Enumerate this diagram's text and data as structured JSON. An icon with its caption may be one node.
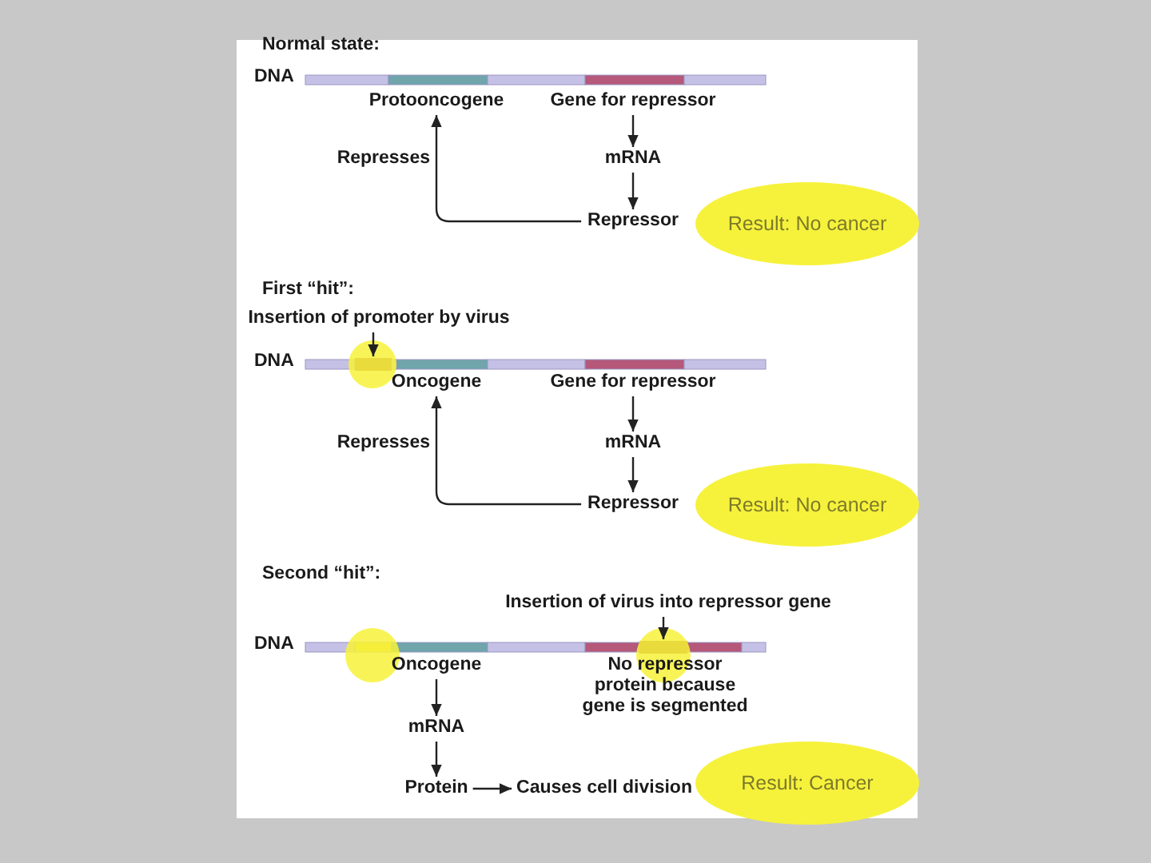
{
  "diagram": {
    "nodes": [
      {
        "text": [
          "Protooncogene"
        ]
      },
      {
        "text": [
          "Gene for repressor"
        ]
      },
      {
        "text": [
          "mRNA"
        ]
      },
      {
        "text": [
          "Repressor"
        ]
      },
      {
        "text": [
          "Result: No cancer"
        ]
      },
      {
        "text": [
          "Insertion of promoter by virus"
        ]
      },
      {
        "text": [],
        "shape": "bar"
      },
      {
        "text": [
          "Oncogene"
        ]
      },
      {
        "text": [
          "Gene for repressor"
        ]
      },
      {
        "text": [
          "mRNA"
        ]
      },
      {
        "text": [
          "Repressor"
        ]
      },
      {
        "text": [
          "Result: No cancer"
        ]
      },
      {
        "text": [
          "Insertion of virus into repressor gene"
        ]
      },
      {
        "text": [],
        "shape": "bar"
      },
      {
        "text": [
          "Oncogene"
        ]
      },
      {
        "text": [
          "mRNA"
        ]
      },
      {
        "text": [
          "Protein"
        ]
      },
      {
        "text": [
          "Causes cell division"
        ]
      },
      {
        "text": [
          "Result: Cancer"
        ]
      }
    ],
    "edges": [
      {
        "from": 1,
        "to": 2,
        "arrow": "to"
      },
      {
        "from": 2,
        "to": 3,
        "arrow": "to"
      },
      {
        "from": 3,
        "to": 0,
        "arrow": "to",
        "label": "Represses"
      },
      {
        "from": 5,
        "to": 6,
        "arrow": "to"
      },
      {
        "from": 8,
        "to": 9,
        "arrow": "to"
      },
      {
        "from": 9,
        "to": 10,
        "arrow": "to"
      },
      {
        "from": 10,
        "to": 7,
        "arrow": "to",
        "label": "Represses"
      },
      {
        "from": 12,
        "to": 13,
        "arrow": "to"
      },
      {
        "from": 14,
        "to": 15,
        "arrow": "to"
      },
      {
        "from": 15,
        "to": 16,
        "arrow": "to"
      },
      {
        "from": 16,
        "to": 17,
        "arrow": "to"
      }
    ],
    "labels": [
      "Normal state:",
      "DNA",
      "First “hit”:",
      "DNA",
      "Second “hit”:",
      "DNA",
      "No repressor protein because gene is segmented"
    ]
  }
}
